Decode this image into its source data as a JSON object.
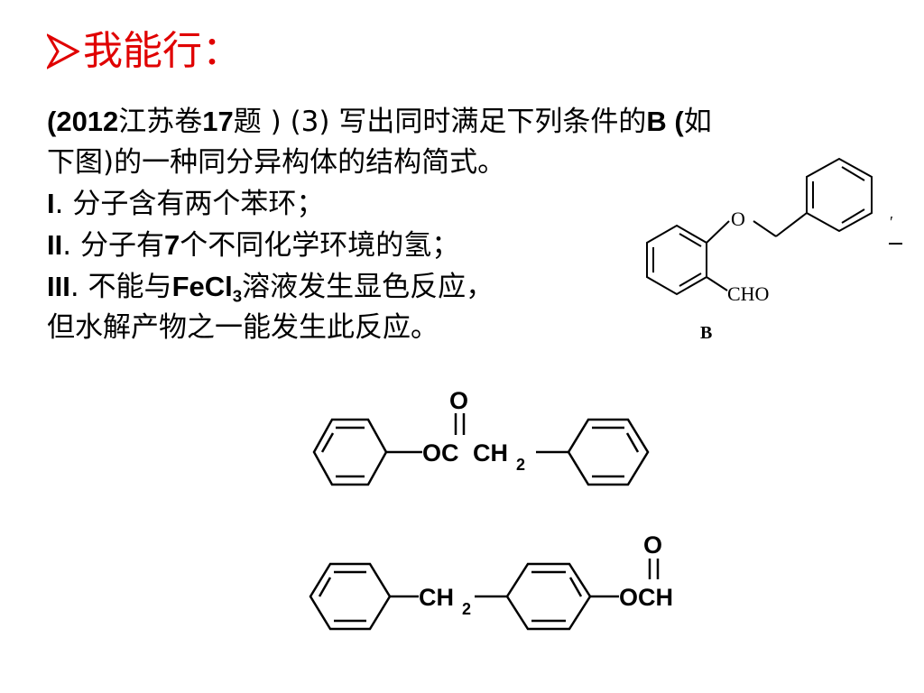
{
  "title": {
    "text": "我能行：",
    "color": "#e00000",
    "bullet_icon": "arrow-bullet-icon"
  },
  "problem": {
    "line1a": "(2012",
    "line1b": "江苏卷",
    "line1c": "17",
    "line1d": "题 ) (3)",
    "line1e": " 写出同时满足下列条件的",
    "line1f": "B (",
    "line1g": "如",
    "line2": "下图)的一种同分异构体的结构简式。",
    "cond1_num": "I",
    "cond1_text": ". 分子含有两个苯环；",
    "cond2_num": "II",
    "cond2_text_a": ". 分子有",
    "cond2_num7": "7",
    "cond2_text_b": "个不同化学环境的氢；",
    "cond3_num": "III",
    "cond3_text_a": ". 不能与",
    "cond3_formula": "FeCl",
    "cond3_sub": "3",
    "cond3_text_b": "溶液发生显色反应，",
    "line_last": "但水解产物之一能发生此反应。"
  },
  "structure_b": {
    "o_label": "O",
    "cho_label": "CHO",
    "caption": "B"
  },
  "answer1": {
    "carbonyl_o": "O",
    "chain_a": "OC",
    "chain_b": "CH",
    "chain_sub": "2"
  },
  "answer2": {
    "chain_a": "CH",
    "chain_sub": "2",
    "carbonyl_o": "O",
    "chain_b": "OCH"
  }
}
